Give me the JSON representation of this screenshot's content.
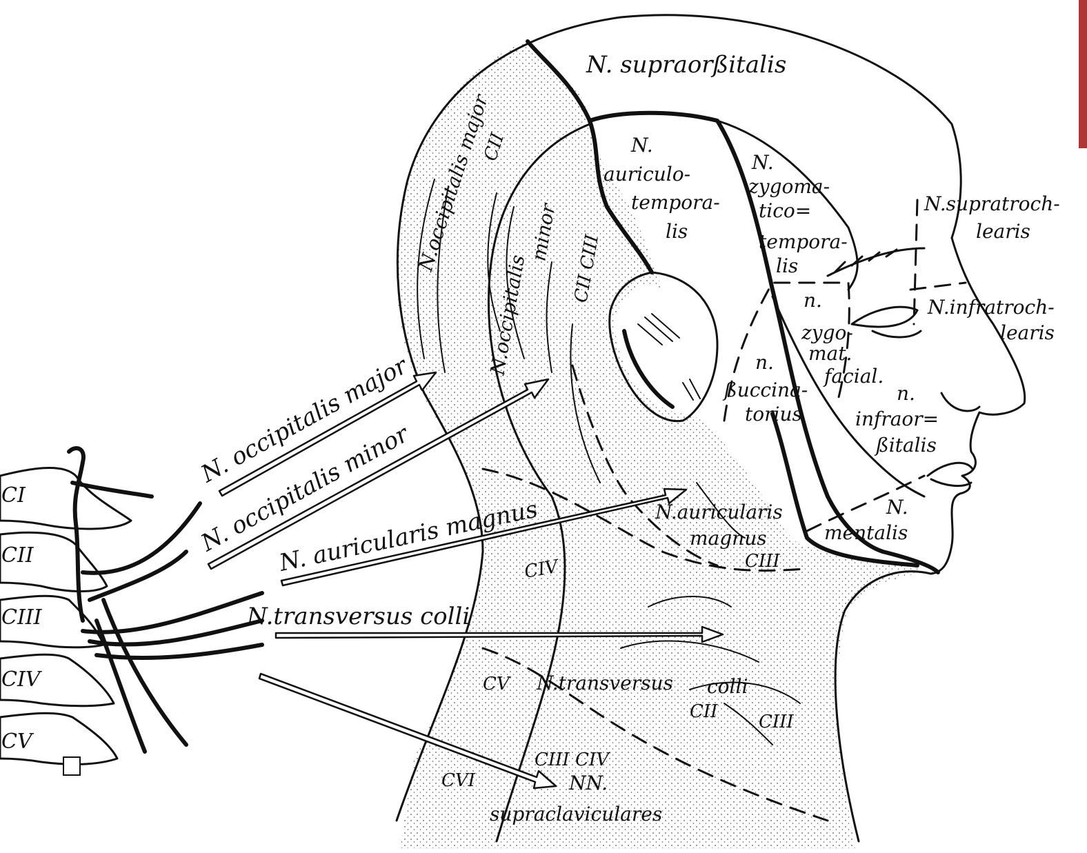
{
  "colors": {
    "ink": "#111111",
    "paper": "#ffffff",
    "stipple": "#555555",
    "edge_band": "#b03535"
  },
  "vertebrae": [
    "CI",
    "CII",
    "CIII",
    "CIV",
    "CV"
  ],
  "nerve_labels": {
    "occipitalis_major": "N. occipitalis major",
    "occipitalis_minor": "N. occipitalis minor",
    "auricularis_magnus": "N. auricularis magnus",
    "transversus_colli": "N.transversus  colli",
    "supraorbitalis": "N. supraorßitalis",
    "supratrochlearis_1": "N.supratroch-",
    "supratrochlearis_2": "learis",
    "infratrochlearis_1": "N.infratroch-",
    "infratrochlearis_2": "learis",
    "auriculotemporalis_1": "N.",
    "auriculotemporalis_2": "auriculo-",
    "auriculotemporalis_3": "tempora-",
    "auriculotemporalis_4": "lis",
    "zygomaticotemporalis_1": "N.",
    "zygomaticotemporalis_2": "zygoma-",
    "zygomaticotemporalis_3": "tico=",
    "zygomaticotemporalis_4": "tempora-",
    "zygomaticotemporalis_5": "lis",
    "zygomaticofacialis_1": "n.",
    "zygomaticofacialis_2": "zygo-",
    "zygomaticofacialis_3": "mat.",
    "zygomaticofacialis_4": "facial.",
    "buccinatorius_1": "n.",
    "buccinatorius_2": "ßuccina-",
    "buccinatorius_3": "torius",
    "infraorbitalis_1": "n.",
    "infraorbitalis_2": "infraor=",
    "infraorbitalis_3": "ßitalis",
    "mentalis_1": "N.",
    "mentalis_2": "mentalis",
    "head_occipitalis_major": "N.occipitalis major",
    "head_occipitalis_minor_1": "N.occipitalis",
    "head_occipitalis_minor_2": "minor",
    "head_auricularis_1": "N.auricularis",
    "head_auricularis_2": "magnus",
    "neck_transversus_1": "N.transversus",
    "neck_transversus_2": "colli",
    "supraclaviculares_1": "NN.",
    "supraclaviculares_2": "supraclaviculares"
  },
  "segment_labels": {
    "c2_scalp": "CII",
    "c2c3_ear": "CII CIII",
    "c3_jaw": "CIII",
    "c4_neck": "CIV",
    "c5_neck": "CV",
    "c6_neck": "CVI",
    "c2_throat": "CII",
    "c3_throat": "CIII",
    "c3c4_lower": "CIII  CIV"
  }
}
